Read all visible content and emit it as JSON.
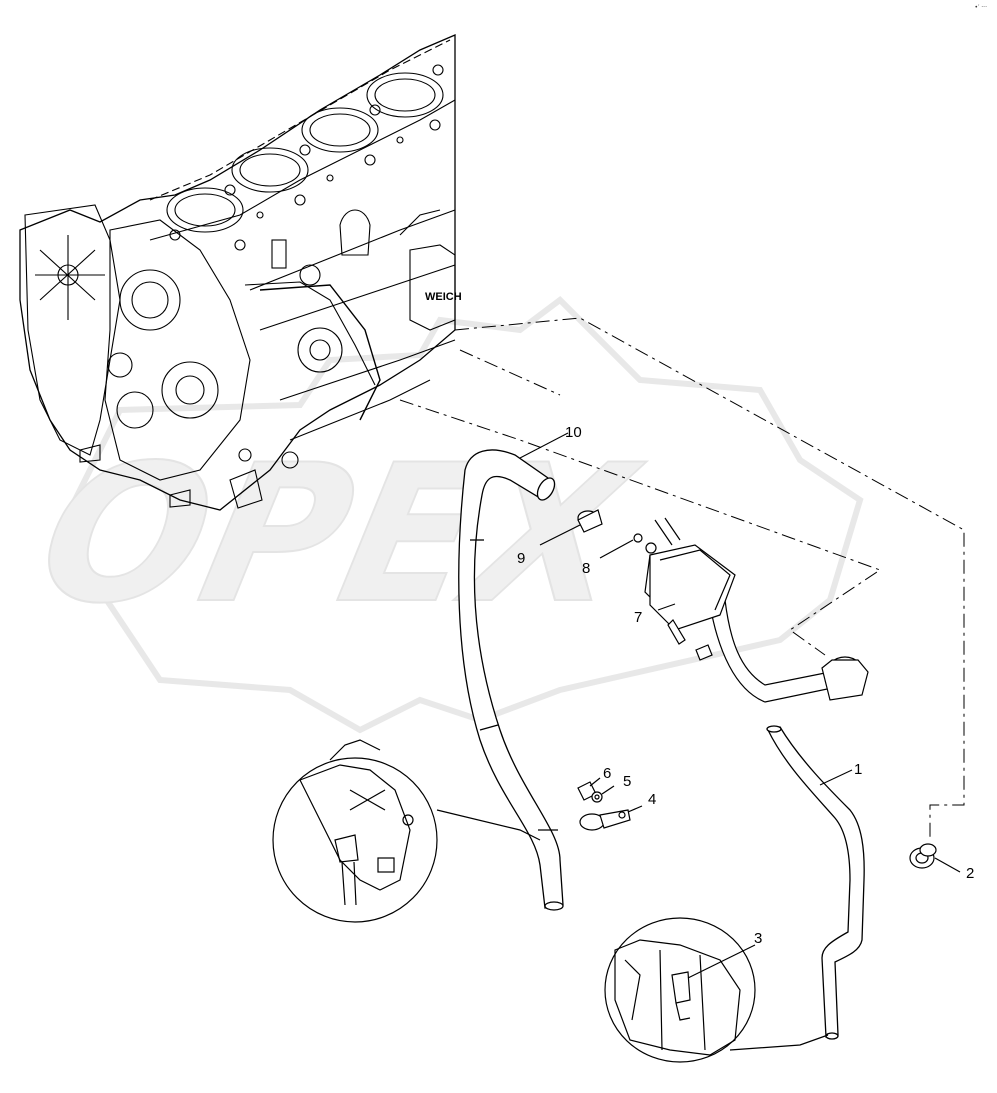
{
  "corner_mark": "•′ ···",
  "watermark": "OPEX",
  "block_lettering": "WEICH",
  "callouts": [
    {
      "id": "callout-1",
      "text": "1"
    },
    {
      "id": "callout-2",
      "text": "2"
    },
    {
      "id": "callout-3",
      "text": "3"
    },
    {
      "id": "callout-4",
      "text": "4"
    },
    {
      "id": "callout-5",
      "text": "5"
    },
    {
      "id": "callout-6",
      "text": "6"
    },
    {
      "id": "callout-7",
      "text": "7"
    },
    {
      "id": "callout-8",
      "text": "8"
    },
    {
      "id": "callout-9",
      "text": "9"
    },
    {
      "id": "callout-10",
      "text": "10"
    }
  ],
  "colors": {
    "line": "#000000",
    "watermark": "#d9d9d9",
    "background": "#ffffff"
  }
}
